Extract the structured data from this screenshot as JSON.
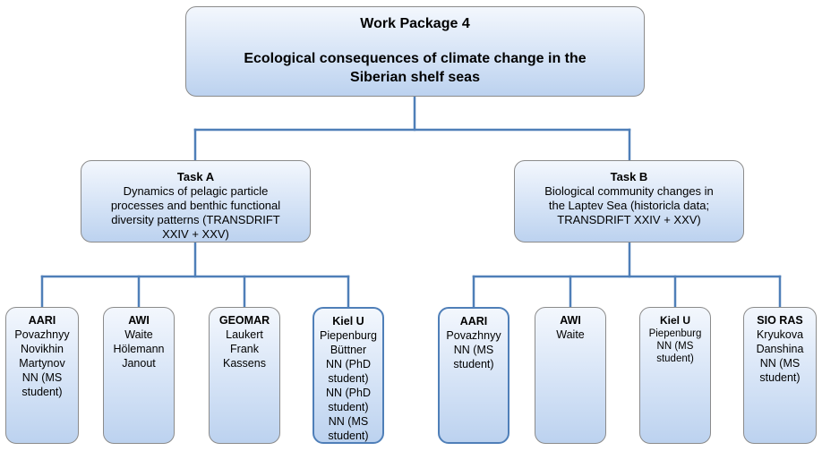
{
  "work_package": {
    "title": "Work Package 4",
    "subtitle_lines": [
      "Ecological consequences of climate change in the",
      "Siberian shelf seas"
    ]
  },
  "tasks": [
    {
      "title": "Task A",
      "lines": [
        "Dynamics of pelagic particle",
        "processes and benthic functional",
        "diversity patterns (TRANSDRIFT",
        "XXIV + XXV)"
      ]
    },
    {
      "title": "Task B",
      "lines": [
        "Biological community changes in",
        "the Laptev Sea (historicla data;",
        "TRANSDRIFT XXIV + XXV)"
      ]
    }
  ],
  "partners": [
    {
      "institute": "AARI",
      "lines": [
        "Povazhnyy",
        "Novikhin",
        "Martynov",
        "NN (MS",
        "student)"
      ]
    },
    {
      "institute": "AWI",
      "lines": [
        "Waite",
        "Hölemann",
        "Janout"
      ]
    },
    {
      "institute": "GEOMAR",
      "lines": [
        "Laukert",
        "Frank",
        "Kassens"
      ]
    },
    {
      "institute": "Kiel U",
      "lines": [
        "Piepenburg",
        "Büttner",
        "NN (PhD",
        "student)",
        "NN (PhD",
        "student)",
        "NN (MS",
        "student)"
      ]
    },
    {
      "institute": "AARI",
      "lines": [
        "Povazhnyy",
        "NN (MS",
        "student)"
      ]
    },
    {
      "institute": "AWI",
      "lines": [
        "Waite"
      ]
    },
    {
      "institute": "Kiel U",
      "lines": [
        "Piepenburg",
        "NN (MS",
        "student)"
      ]
    },
    {
      "institute": "SIO RAS",
      "lines": [
        "Kryukova",
        "Danshina",
        "NN (MS",
        "student)"
      ]
    }
  ],
  "colors": {
    "connector": "#4f7fb8",
    "box_border": "#8b8b8b",
    "highlight_border": "#4f7fb8",
    "box_fill_top": "#f3f7fd",
    "box_fill_bottom": "#bcd2ef"
  }
}
